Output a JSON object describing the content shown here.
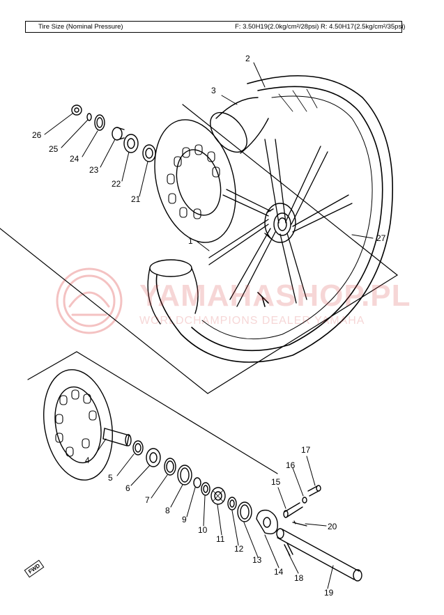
{
  "header": {
    "tire_size_label": "Tire Size (Nominal Pressure)",
    "tire_size_value": "F: 3.50H19(2.0kg/cm²/28psi) R: 4.50H17(2.5kg/cm²/35psi)"
  },
  "watermark": {
    "main": "YAMAHASHOP.PL",
    "sub": "WORLDCHAMPIONS DEALER YAMAHA"
  },
  "fwd_label": "FWD",
  "parts": [
    "1",
    "2",
    "3",
    "4",
    "5",
    "6",
    "7",
    "8",
    "9",
    "10",
    "11",
    "12",
    "13",
    "14",
    "15",
    "16",
    "17",
    "18",
    "19",
    "20",
    "21",
    "22",
    "23",
    "24",
    "25",
    "26",
    "27"
  ],
  "colors": {
    "ink": "#000000",
    "watermark": "#e05050"
  }
}
